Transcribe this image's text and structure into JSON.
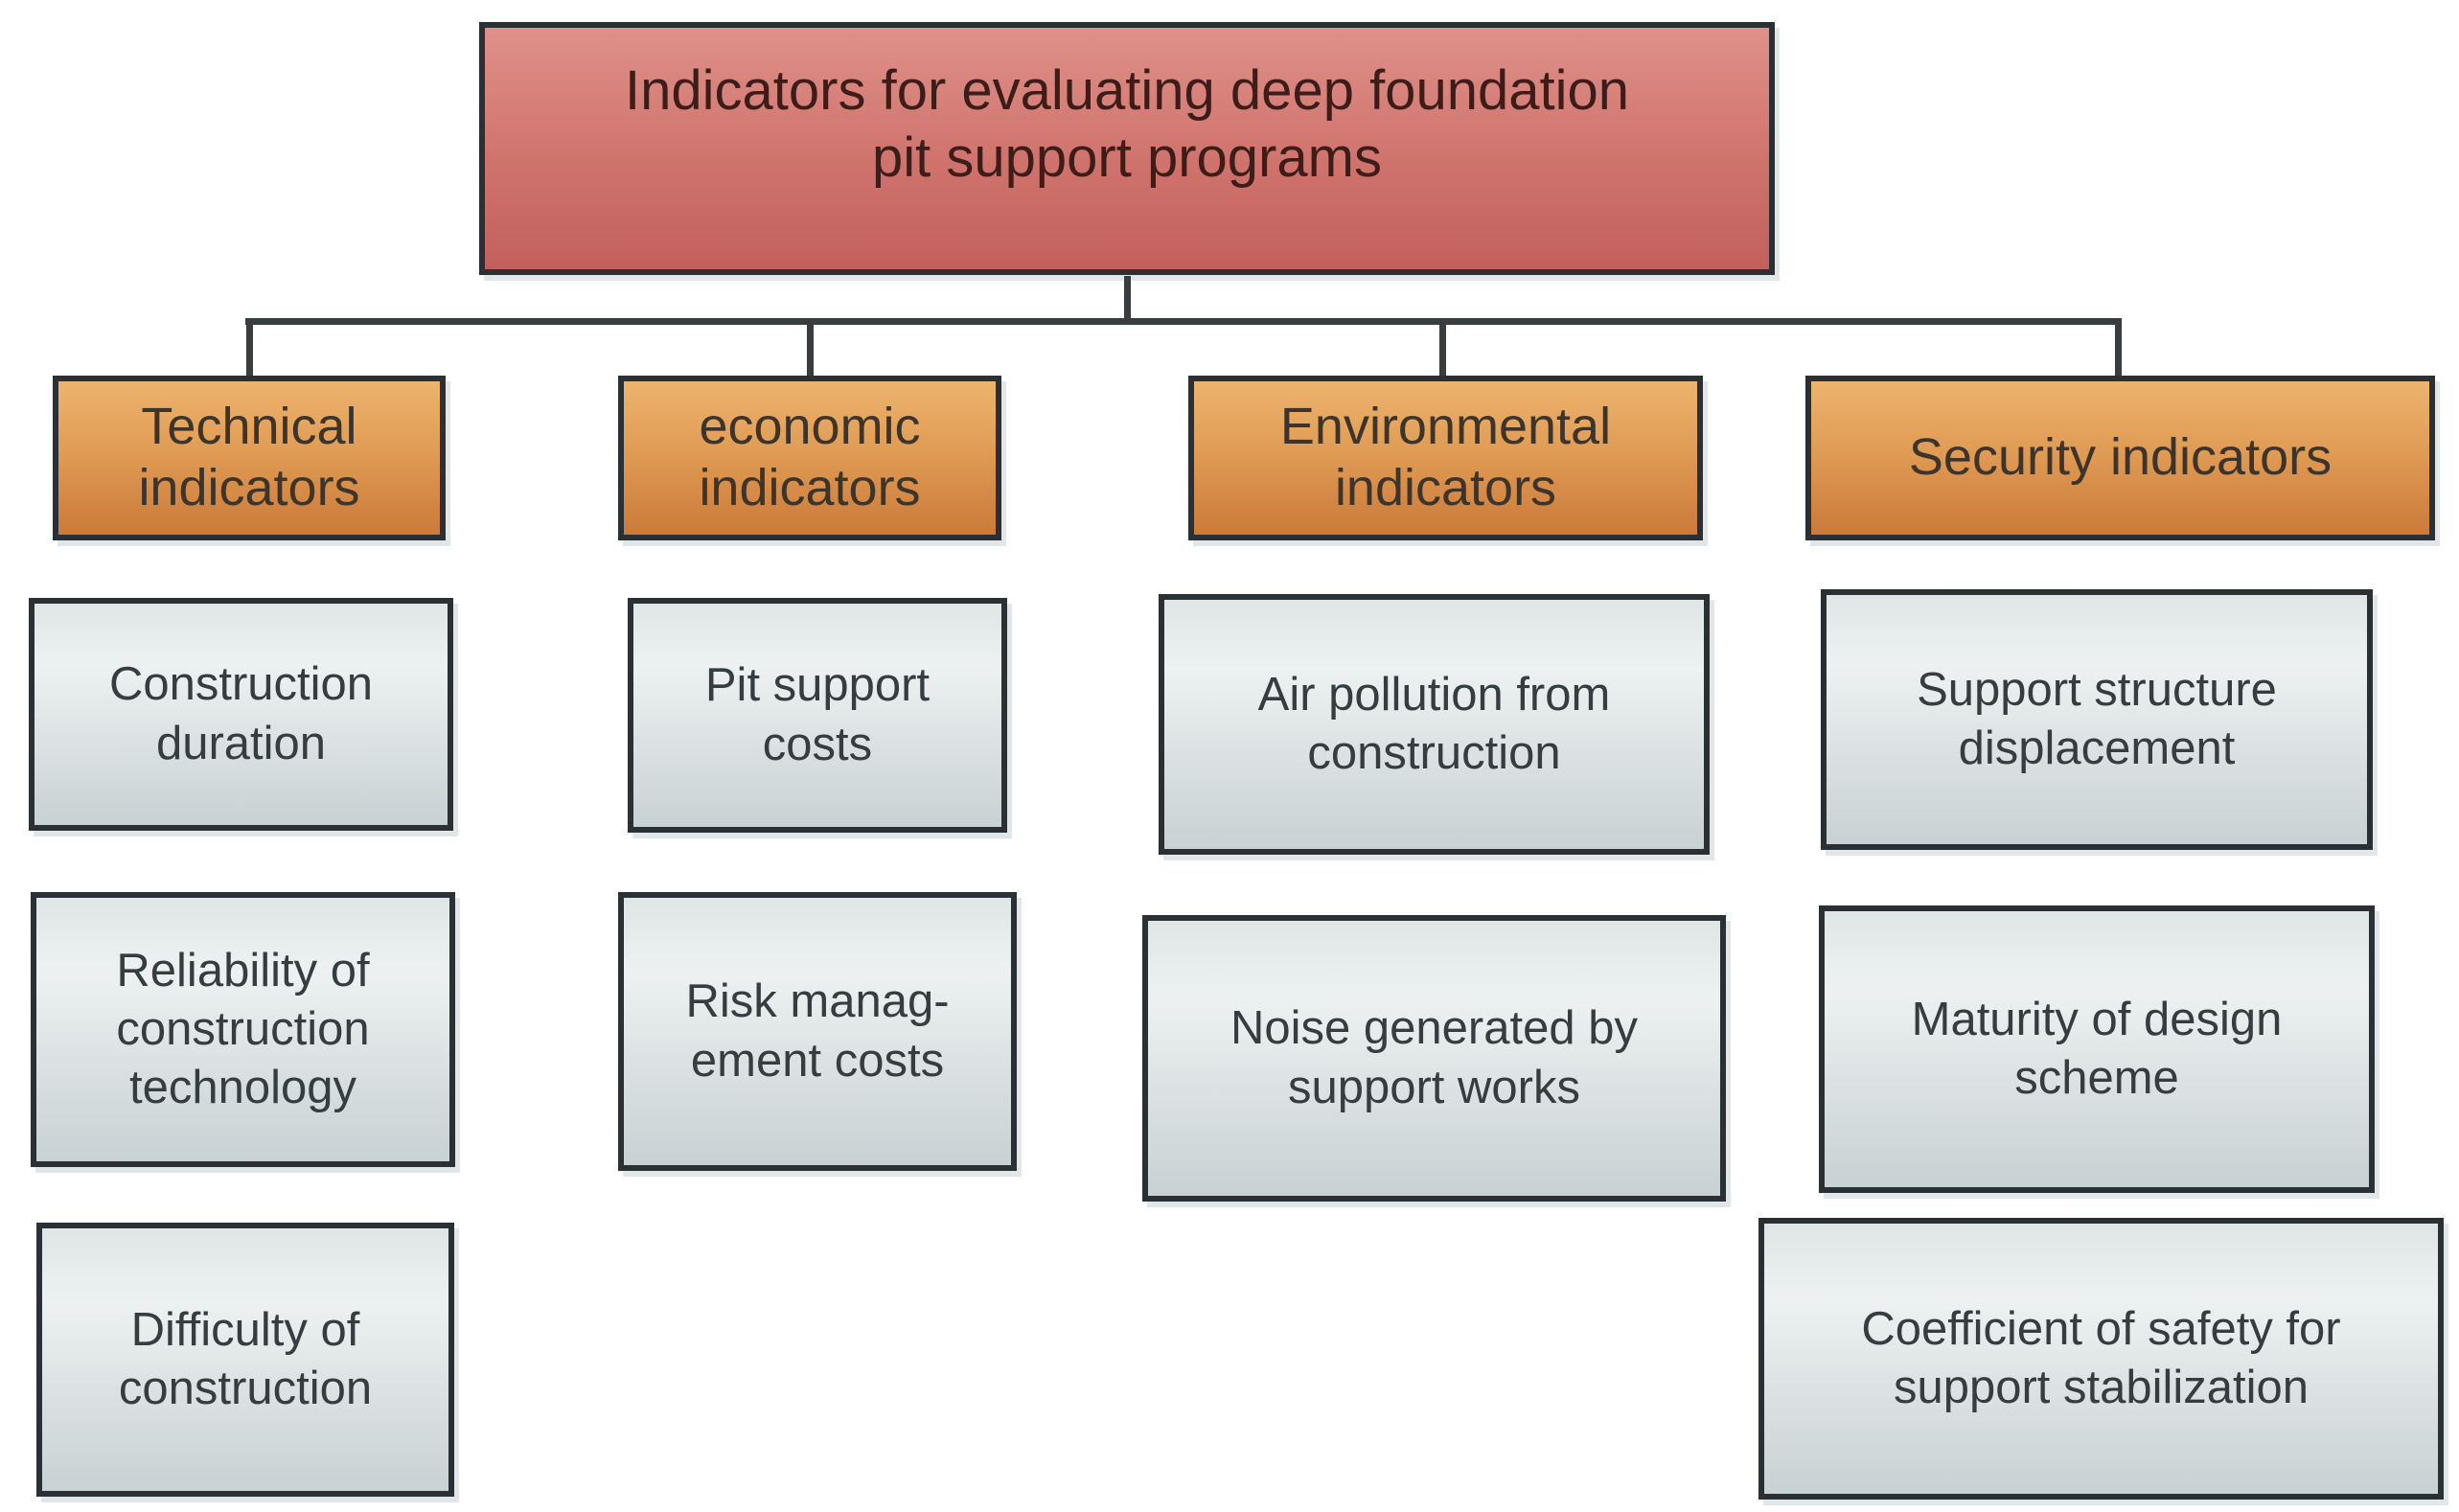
{
  "diagram": {
    "title": "Indicators for evaluating deep foundation\npit support programs",
    "categories": [
      {
        "label": "Technical\nindicators",
        "items": [
          "Construction\nduration",
          "Reliability of\nconstruction\ntechnology",
          "Difficulty of\nconstruction"
        ]
      },
      {
        "label": "economic\nindicators",
        "items": [
          "Pit support\ncosts",
          "Risk manag-\nement costs"
        ]
      },
      {
        "label": "Environmental\nindicators",
        "items": [
          "Air pollution from\nconstruction",
          "Noise generated by\nsupport works"
        ]
      },
      {
        "label": "Security indicators",
        "items": [
          "Support structure\ndisplacement",
          "Maturity of design\nscheme",
          "Coefficient of safety for\nsupport stabilization"
        ]
      }
    ],
    "colors": {
      "root_gradient_top": "#de9189",
      "root_gradient_bottom": "#c2605d",
      "category_gradient_top": "#edb46e",
      "category_gradient_bottom": "#cb7a39",
      "item_gradient_top": "#dfe6e6",
      "item_gradient_bottom": "#c8d1d3",
      "border": "#2a3033",
      "connector": "#393d3f",
      "root_text": "#3d1d1a",
      "category_text": "#3d352b",
      "item_text": "#363d40",
      "background": "#ffffff"
    }
  }
}
